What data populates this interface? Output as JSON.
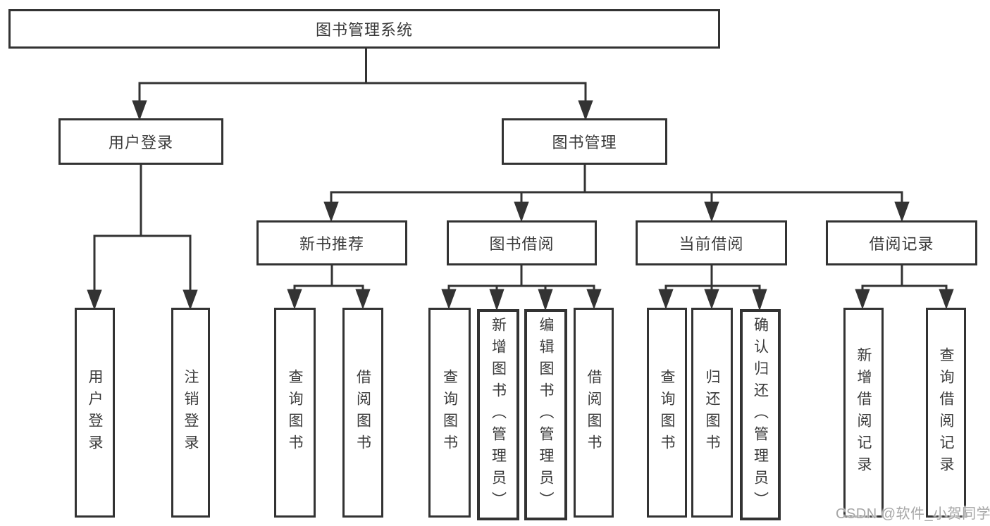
{
  "diagram": {
    "root": {
      "label": "图书管理系统"
    },
    "branches": [
      {
        "label": "用户登录",
        "children": [
          {
            "label": "用户登录"
          },
          {
            "label": "注销登录"
          }
        ]
      },
      {
        "label": "图书管理",
        "sections": [
          {
            "label": "新书推荐",
            "children": [
              {
                "label": "查询图书"
              },
              {
                "label": "借阅图书"
              }
            ]
          },
          {
            "label": "图书借阅",
            "children": [
              {
                "label": "查询图书"
              },
              {
                "label": "新增图书（管理员）"
              },
              {
                "label": "编辑图书（管理员）"
              },
              {
                "label": "借阅图书"
              }
            ]
          },
          {
            "label": "当前借阅",
            "children": [
              {
                "label": "查询图书"
              },
              {
                "label": "归还图书"
              },
              {
                "label": "确认归还（管理员）"
              }
            ]
          },
          {
            "label": "借阅记录",
            "children": [
              {
                "label": "新增借阅记录"
              },
              {
                "label": "查询借阅记录"
              }
            ]
          }
        ]
      }
    ]
  },
  "watermark": {
    "text": "CSDN @软件_小贺同学"
  },
  "colors": {
    "line": "#333333",
    "text": "#3a3a3a",
    "background": "#ffffff",
    "watermark": "#a6a6a6"
  }
}
